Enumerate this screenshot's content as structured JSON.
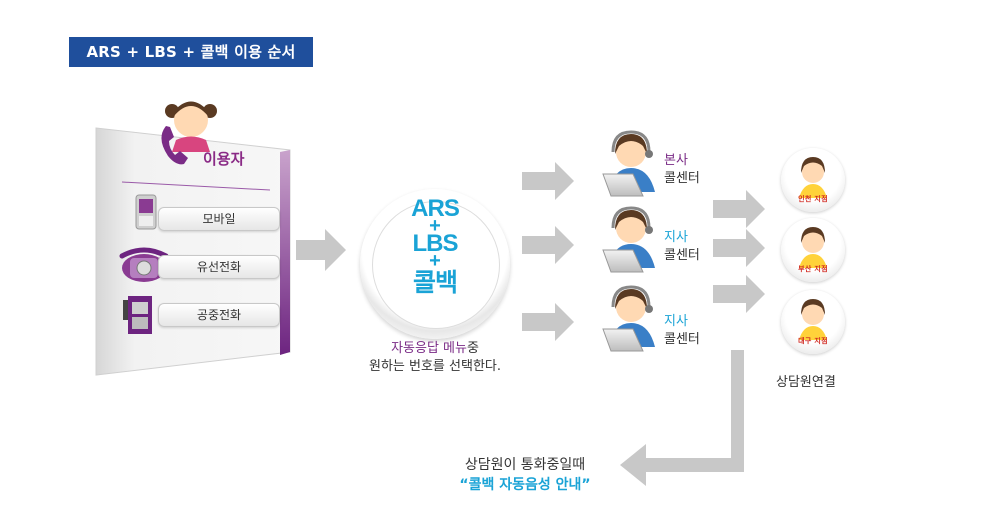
{
  "title": "ARS + LBS + 콜백 이용 순서",
  "user": {
    "label": "이용자",
    "devices": [
      "모바일",
      "유선전화",
      "공중전화"
    ]
  },
  "ars": {
    "line1": "ARS",
    "plus1": "+",
    "line2": "LBS",
    "plus2": "+",
    "line3": "콜백",
    "caption_highlight": "자동응답 메뉴",
    "caption_rest1": "중",
    "caption_line2": "원하는 번호를 선택한다."
  },
  "call_centers": [
    {
      "region": "본사",
      "name": "콜센터"
    },
    {
      "region": "지사",
      "name": "콜센터"
    },
    {
      "region": "지사",
      "name": "콜센터"
    }
  ],
  "branches": [
    "인천 지점",
    "부산 지점",
    "대구 지점"
  ],
  "counselor_caption": "상담원연결",
  "busy": {
    "line1": "상담원이 통화중일때",
    "line2": "“콜백 자동음성 안내”"
  },
  "colors": {
    "title_bg": "#1f4f9c",
    "brand_blue": "#1aa3d6",
    "brand_purple": "#7a2b86",
    "arrow_gray": "#c8c8c8",
    "branch_label_red": "#d0271f"
  }
}
